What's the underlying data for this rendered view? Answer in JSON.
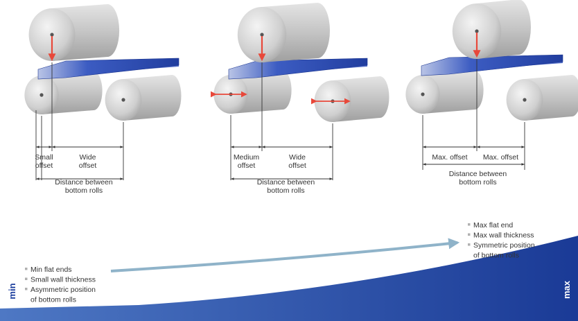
{
  "diagrams": [
    {
      "left_offset_label": [
        "Small",
        "offset"
      ],
      "right_offset_label": [
        "Wide",
        "offset"
      ],
      "distance_label": [
        "Distance between",
        "bottom rolls"
      ]
    },
    {
      "left_offset_label": [
        "Medium",
        "offset"
      ],
      "right_offset_label": [
        "Wide",
        "offset"
      ],
      "distance_label": [
        "Distance between",
        "bottom rolls"
      ]
    },
    {
      "left_offset_label": [
        "Max. offset"
      ],
      "right_offset_label": [
        "Max. offset"
      ],
      "distance_label": [
        "Distance between",
        "bottom rolls"
      ]
    }
  ],
  "scale": {
    "min_label": "min",
    "max_label": "max",
    "min_items": [
      "Min flat ends",
      "Small wall thickness",
      "Asymmetric position",
      "of bottom rolls"
    ],
    "max_items": [
      "Max flat end",
      "Max wall thickness",
      "Symmetric position",
      "of bottom rolls"
    ]
  },
  "colors": {
    "plate": "#2e4fb5",
    "plate_edge": "#1b3590",
    "roll": "#d2d2d2",
    "force_arrow": "#e8483a",
    "scale_band": "#1d3f9e",
    "trend_arrow": "#8fb3c9"
  },
  "icons": [
    "down-force-arrow-icon",
    "double-arrow-icon",
    "bullet-square-icon"
  ]
}
